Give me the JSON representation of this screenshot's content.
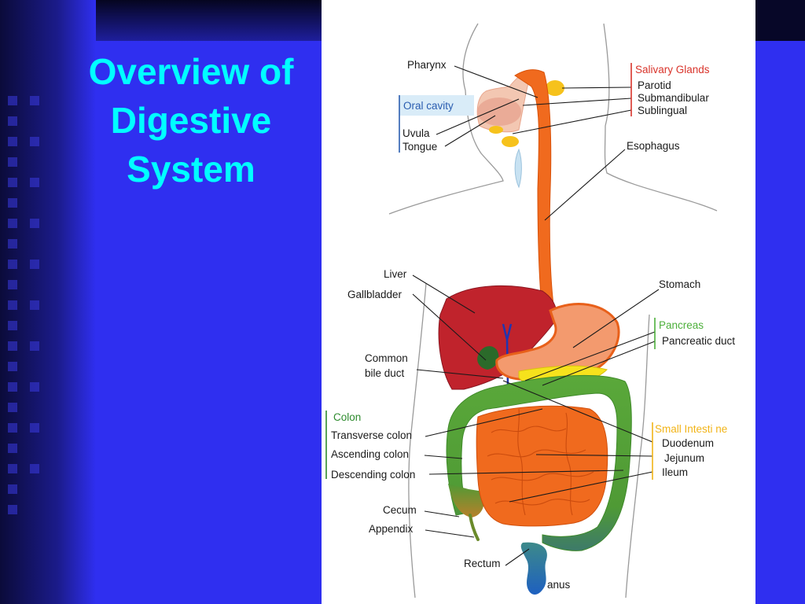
{
  "slide": {
    "title_lines": [
      "Overview of",
      "Digestive",
      "System"
    ]
  },
  "colors": {
    "slide_background": "#2f2ff0",
    "title": "#00ffff",
    "salivary_group": "#d9342b",
    "oral_group": "#2a5db0",
    "pancreas_group": "#4caf3a",
    "colon_group": "#2e8b2e",
    "small_intestine_group": "#f2b418"
  },
  "labels": {
    "pharynx": "Pharynx",
    "salivary_glands": "Salivary Glands",
    "parotid": "Parotid",
    "submandibular": "Submandibular",
    "sublingual": "Sublingual",
    "oral_cavity": "Oral cavity",
    "uvula": "Uvula",
    "tongue": "Tongue",
    "esophagus": "Esophagus",
    "liver": "Liver",
    "gallbladder": "Gallbladder",
    "stomach": "Stomach",
    "pancreas": "Pancreas",
    "pancreatic_duct": "Pancreatic duct",
    "common_bile_duct_1": "Common",
    "common_bile_duct_2": "bile duct",
    "colon": "Colon",
    "transverse_colon": "Transverse colon",
    "ascending_colon": "Ascending colon",
    "descending_colon": "Descending colon",
    "small_intestine": "Small Intesti ne",
    "duodenum": "Duodenum",
    "jejunum": "Jejunum",
    "ileum": "Ileum",
    "cecum": "Cecum",
    "appendix": "Appendix",
    "rectum": "Rectum",
    "anus": "anus"
  }
}
